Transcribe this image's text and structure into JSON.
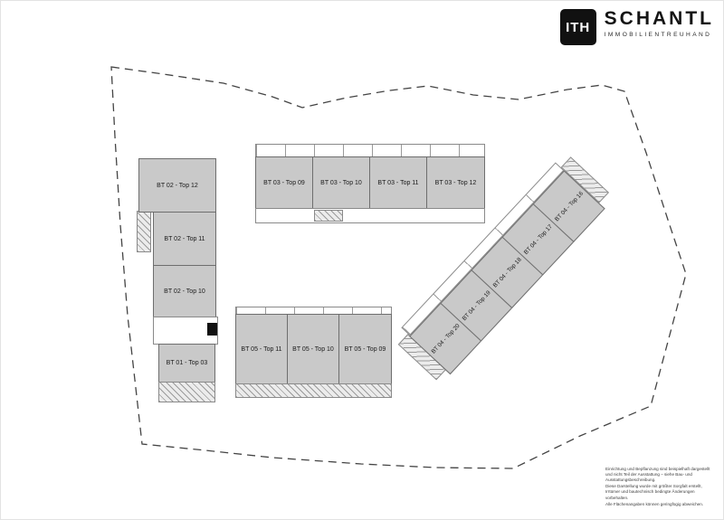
{
  "logo": {
    "mark": "ITH",
    "name": "SCHANTL",
    "subtitle": "IMMOBILIENTREUHAND"
  },
  "units": [
    "BT 02 - Top 12",
    "BT 02 - Top 11",
    "BT 02 - Top 10",
    "BT 01 - Top 03",
    "BT 03 - Top 09",
    "BT 03 - Top 10",
    "BT 03 - Top 11",
    "BT 03 - Top 12",
    "BT 05 - Top 11",
    "BT 05 - Top 10",
    "BT 05 - Top 09",
    "BT 04 - Top 20",
    "BT 04 - Top 19",
    "BT 04 - Top 18",
    "BT 04 - Top 17",
    "BT 04 - Top 16"
  ],
  "colors": {
    "unit_fill": "#c9c9c9",
    "unit_outline": "#6e6e6e",
    "boundary": "#444444",
    "logo_black": "#111111"
  },
  "disclaimer": [
    "Einrichtung und Bepflanzung sind beispielhaft dargestellt und nicht Teil der Ausstattung – siehe Bau- und Ausstattungsbeschreibung.",
    "Diese Darstellung wurde mit größter Sorgfalt erstellt, Irrtümer und bautechnisch bedingte Änderungen vorbehalten.",
    "Alle Flächenangaben können geringfügig abweichen."
  ]
}
